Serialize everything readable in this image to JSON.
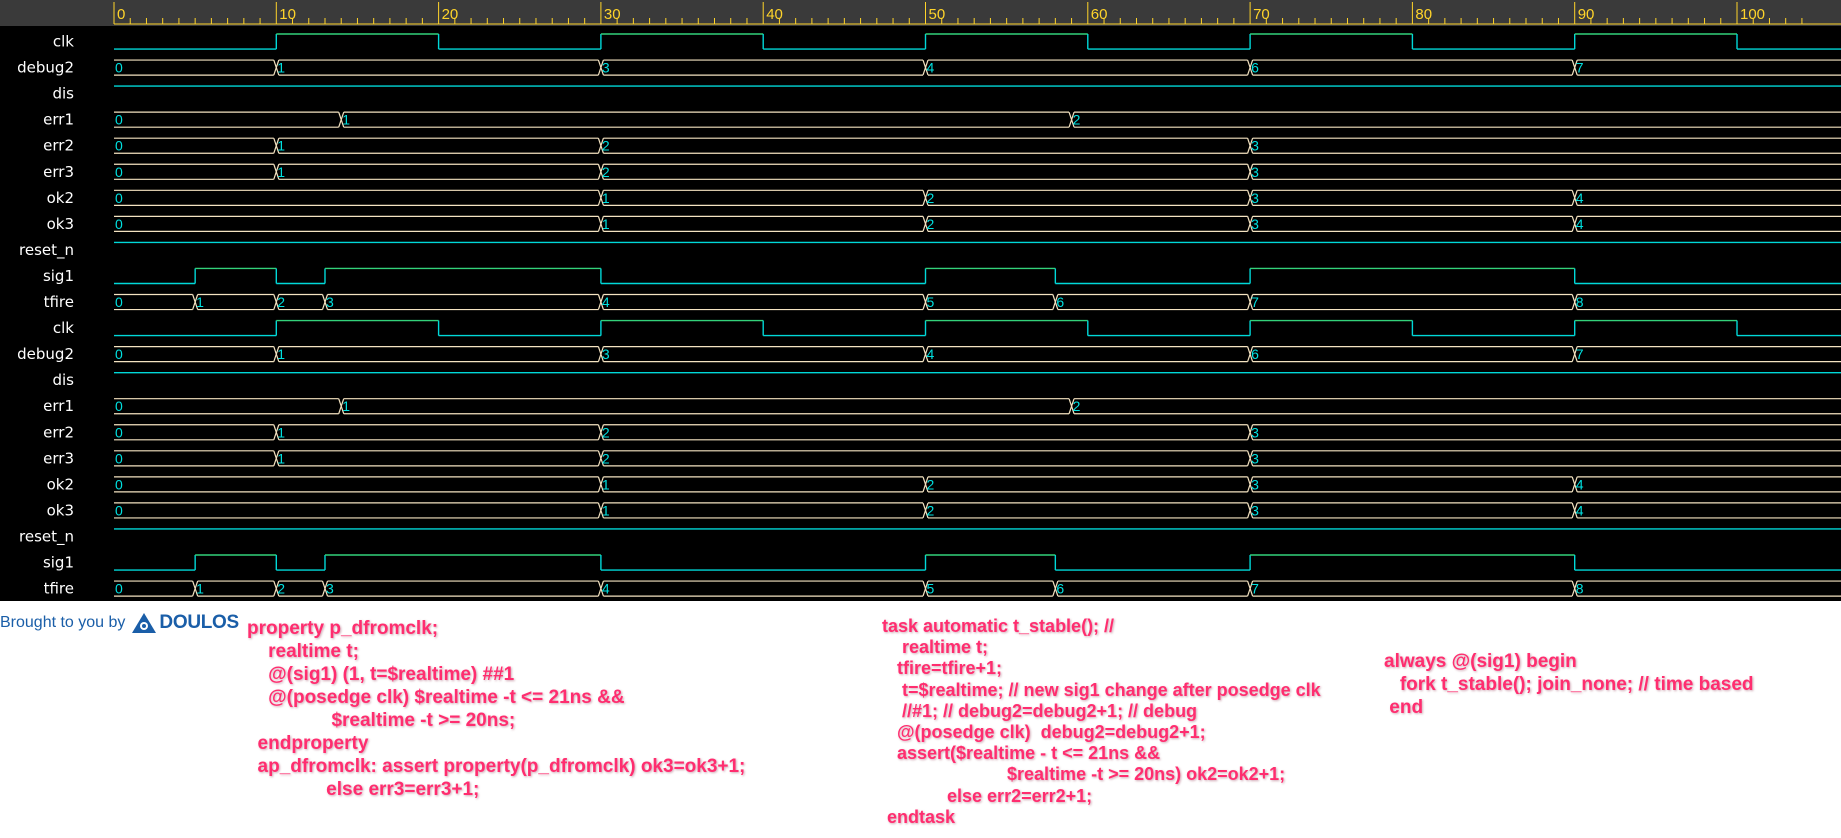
{
  "waveform": {
    "time_axis": {
      "ticks": [
        "0",
        "10",
        "20",
        "30",
        "40",
        "50",
        "60",
        "70",
        "80",
        "90",
        "100"
      ]
    },
    "colors": {
      "background": "#000000",
      "ruler_bg": "#3a3a3a",
      "ruler_text": "#ffd42a",
      "grid": "#4a4a4a",
      "signal_label": "#ffffff",
      "bit_signal": "#00d8d8",
      "bit_high": "#33d17a",
      "bus": "#f4e3c1",
      "bus_value": "#00e0e0"
    },
    "signals": [
      {
        "name": "clk",
        "type": "bit",
        "initial": 0,
        "edges": [
          10,
          20,
          30,
          40,
          50,
          60,
          70,
          80,
          90,
          100
        ]
      },
      {
        "name": "debug2",
        "type": "bus",
        "changes": [
          [
            0,
            "0"
          ],
          [
            10,
            "1"
          ],
          [
            30,
            "3"
          ],
          [
            50,
            "4"
          ],
          [
            70,
            "6"
          ],
          [
            90,
            "7"
          ]
        ]
      },
      {
        "name": "dis",
        "type": "bit",
        "initial": 1,
        "edges": []
      },
      {
        "name": "err1",
        "type": "bus",
        "changes": [
          [
            0,
            "0"
          ],
          [
            14,
            "1"
          ],
          [
            59,
            "2"
          ]
        ]
      },
      {
        "name": "err2",
        "type": "bus",
        "changes": [
          [
            0,
            "0"
          ],
          [
            10,
            "1"
          ],
          [
            30,
            "2"
          ],
          [
            70,
            "3"
          ]
        ]
      },
      {
        "name": "err3",
        "type": "bus",
        "changes": [
          [
            0,
            "0"
          ],
          [
            10,
            "1"
          ],
          [
            30,
            "2"
          ],
          [
            70,
            "3"
          ]
        ]
      },
      {
        "name": "ok2",
        "type": "bus",
        "changes": [
          [
            0,
            "0"
          ],
          [
            30,
            "1"
          ],
          [
            50,
            "2"
          ],
          [
            70,
            "3"
          ],
          [
            90,
            "4"
          ]
        ]
      },
      {
        "name": "ok3",
        "type": "bus",
        "changes": [
          [
            0,
            "0"
          ],
          [
            30,
            "1"
          ],
          [
            50,
            "2"
          ],
          [
            70,
            "3"
          ],
          [
            90,
            "4"
          ]
        ]
      },
      {
        "name": "reset_n",
        "type": "bit",
        "initial": 1,
        "edges": []
      },
      {
        "name": "sig1",
        "type": "bit",
        "initial": 0,
        "edges": [
          5,
          10,
          13,
          30,
          50,
          58,
          70,
          90
        ]
      },
      {
        "name": "tfire",
        "type": "bus",
        "changes": [
          [
            0,
            "0"
          ],
          [
            5,
            "1"
          ],
          [
            10,
            "2"
          ],
          [
            13,
            "3"
          ],
          [
            30,
            "4"
          ],
          [
            50,
            "5"
          ],
          [
            58,
            "6"
          ],
          [
            70,
            "7"
          ],
          [
            90,
            "8"
          ]
        ]
      },
      {
        "name": "clk",
        "type": "bit",
        "initial": 0,
        "edges": [
          10,
          20,
          30,
          40,
          50,
          60,
          70,
          80,
          90,
          100
        ]
      },
      {
        "name": "debug2",
        "type": "bus",
        "changes": [
          [
            0,
            "0"
          ],
          [
            10,
            "1"
          ],
          [
            30,
            "3"
          ],
          [
            50,
            "4"
          ],
          [
            70,
            "6"
          ],
          [
            90,
            "7"
          ]
        ]
      },
      {
        "name": "dis",
        "type": "bit",
        "initial": 1,
        "edges": []
      },
      {
        "name": "err1",
        "type": "bus",
        "changes": [
          [
            0,
            "0"
          ],
          [
            14,
            "1"
          ],
          [
            59,
            "2"
          ]
        ]
      },
      {
        "name": "err2",
        "type": "bus",
        "changes": [
          [
            0,
            "0"
          ],
          [
            10,
            "1"
          ],
          [
            30,
            "2"
          ],
          [
            70,
            "3"
          ]
        ]
      },
      {
        "name": "err3",
        "type": "bus",
        "changes": [
          [
            0,
            "0"
          ],
          [
            10,
            "1"
          ],
          [
            30,
            "2"
          ],
          [
            70,
            "3"
          ]
        ]
      },
      {
        "name": "ok2",
        "type": "bus",
        "changes": [
          [
            0,
            "0"
          ],
          [
            30,
            "1"
          ],
          [
            50,
            "2"
          ],
          [
            70,
            "3"
          ],
          [
            90,
            "4"
          ]
        ]
      },
      {
        "name": "ok3",
        "type": "bus",
        "changes": [
          [
            0,
            "0"
          ],
          [
            30,
            "1"
          ],
          [
            50,
            "2"
          ],
          [
            70,
            "3"
          ],
          [
            90,
            "4"
          ]
        ]
      },
      {
        "name": "reset_n",
        "type": "bit",
        "initial": 1,
        "edges": []
      },
      {
        "name": "sig1",
        "type": "bit",
        "initial": 0,
        "edges": [
          5,
          10,
          13,
          30,
          50,
          58,
          70,
          90
        ]
      },
      {
        "name": "tfire",
        "type": "bus",
        "changes": [
          [
            0,
            "0"
          ],
          [
            5,
            "1"
          ],
          [
            10,
            "2"
          ],
          [
            13,
            "3"
          ],
          [
            30,
            "4"
          ],
          [
            50,
            "5"
          ],
          [
            58,
            "6"
          ],
          [
            70,
            "7"
          ],
          [
            90,
            "8"
          ]
        ]
      }
    ]
  },
  "footer": {
    "credit_text": "Brought to you by",
    "logo_text": "DOULOS",
    "logo_icon": "doulos-logo-icon"
  },
  "code": {
    "property_block": "property p_dfromclk;\n    realtime t;\n    @(sig1) (1, t=$realtime) ##1\n    @(posedge clk) $realtime -t <= 21ns &&\n                $realtime -t >= 20ns;\n  endproperty\n  ap_dfromclk: assert property(p_dfromclk) ok3=ok3+1;\n               else err3=err3+1;",
    "task_block": "task automatic t_stable(); //\n    realtime t;\n   tfire=tfire+1;\n    t=$realtime; // new sig1 change after posedge clk\n    //#1; // debug2=debug2+1; // debug\n   @(posedge clk)  debug2=debug2+1;\n   assert($realtime - t <= 21ns &&\n                         $realtime -t >= 20ns) ok2=ok2+1;\n             else err2=err2+1;\n endtask",
    "always_block": "always @(sig1) begin\n   fork t_stable(); join_none; // time based\n end"
  }
}
